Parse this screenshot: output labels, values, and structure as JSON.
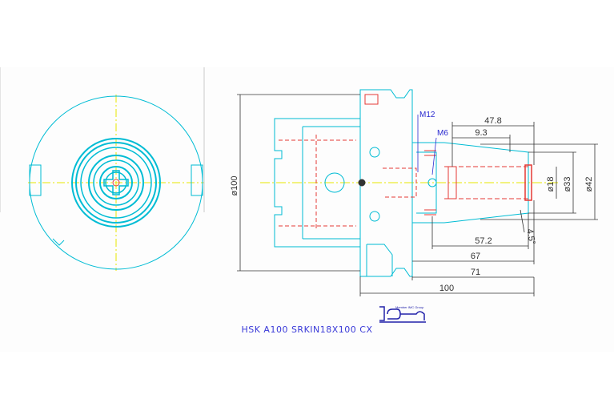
{
  "drawing": {
    "caption": "HSK  A100  SRKIN18X100  CX",
    "logo_small_text": "Member IMC Group",
    "colors": {
      "outline": "#00bcd4",
      "hidden": "#e53935",
      "center": "#e6e600",
      "dimension": "#333333",
      "label": "#2a2ad0"
    }
  },
  "dimensions": {
    "d100": "ø100",
    "d18": "ø18",
    "d33": "ø33",
    "d42": "ø42",
    "l47_8": "47.8",
    "l9_3": "9.3",
    "l57_2": "57.2",
    "l67": "67",
    "l71": "71",
    "l100": "100",
    "angle": "4.5°"
  },
  "labels": {
    "thread_main": "M12",
    "thread_small": "M6"
  }
}
